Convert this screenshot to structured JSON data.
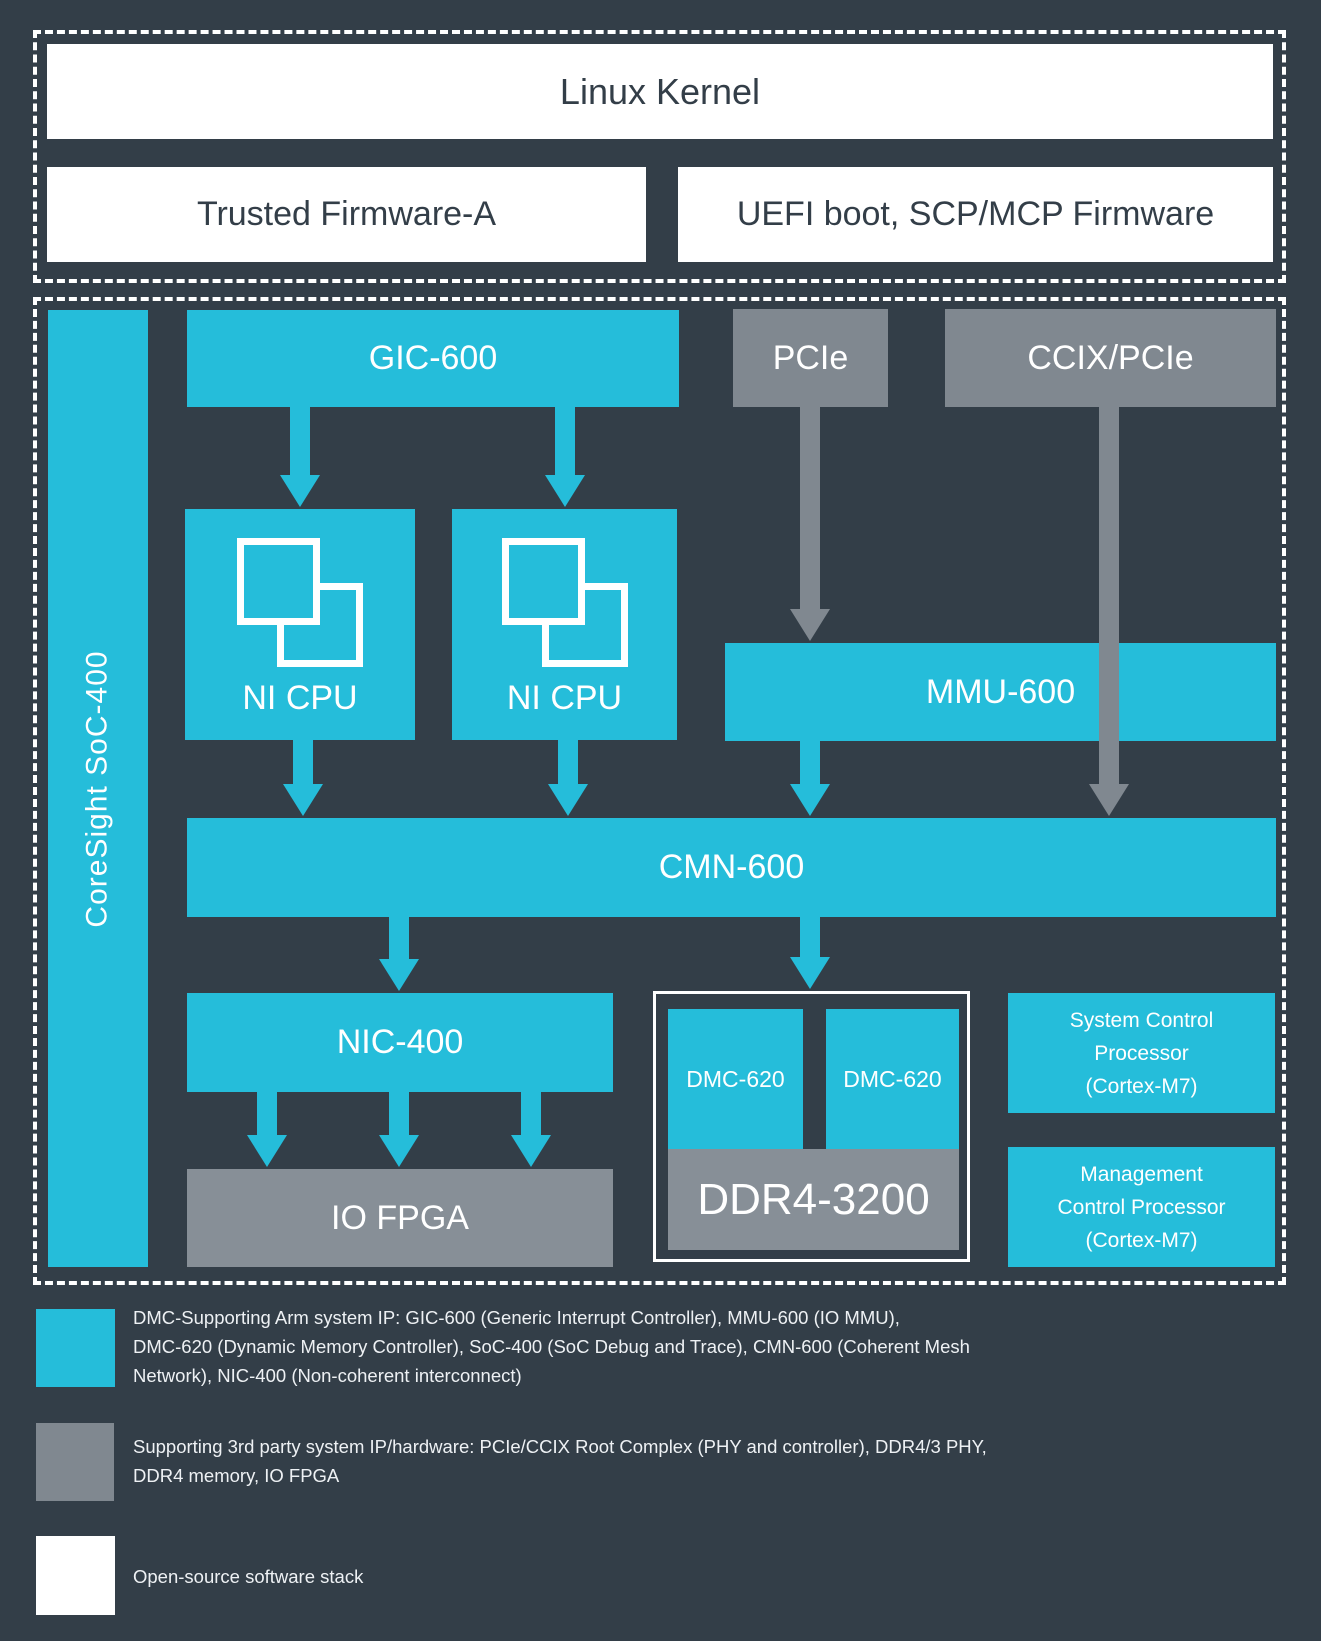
{
  "colors": {
    "background": "#333e48",
    "arm_cyan": "#25bdda",
    "third_party_gray": "#808890",
    "third_party_gray_light": "#878f97",
    "open_source_white": "#ffffff",
    "dark_text": "#333e48"
  },
  "software_stack": {
    "linux_kernel": "Linux Kernel",
    "trusted_firmware": "Trusted Firmware-A",
    "uefi": "UEFI boot, SCP/MCP Firmware"
  },
  "hardware": {
    "coresight": "CoreSight SoC-400",
    "gic": "GIC-600",
    "pcie": "PCIe",
    "ccix": "CCIX/PCIe",
    "ni_cpu": "NI CPU",
    "mmu": "MMU-600",
    "cmn": "CMN-600",
    "nic": "NIC-400",
    "io_fpga": "IO FPGA",
    "dmc": "DMC-620",
    "ddr": "DDR4-3200",
    "scp_lines": [
      "System Control",
      "Processor",
      "(Cortex-M7)"
    ],
    "mcp_lines": [
      "Management",
      "Control Processor",
      "(Cortex-M7)"
    ]
  },
  "legend": {
    "arm_ip": {
      "swatch_color": "#25bdda",
      "lines": [
        "DMC-Supporting Arm system IP: GIC-600 (Generic Interrupt Controller), MMU-600 (IO MMU),",
        "DMC-620 (Dynamic Memory Controller), SoC-400 (SoC Debug and Trace), CMN-600 (Coherent Mesh",
        "Network), NIC-400 (Non-coherent interconnect)"
      ]
    },
    "third_party": {
      "swatch_color": "#808890",
      "lines": [
        "Supporting 3rd party system IP/hardware: PCIe/CCIX Root Complex (PHY and controller), DDR4/3 PHY,",
        "DDR4 memory, IO FPGA"
      ]
    },
    "open_source": {
      "swatch_color": "#ffffff",
      "lines": [
        "Open-source software stack"
      ]
    }
  }
}
